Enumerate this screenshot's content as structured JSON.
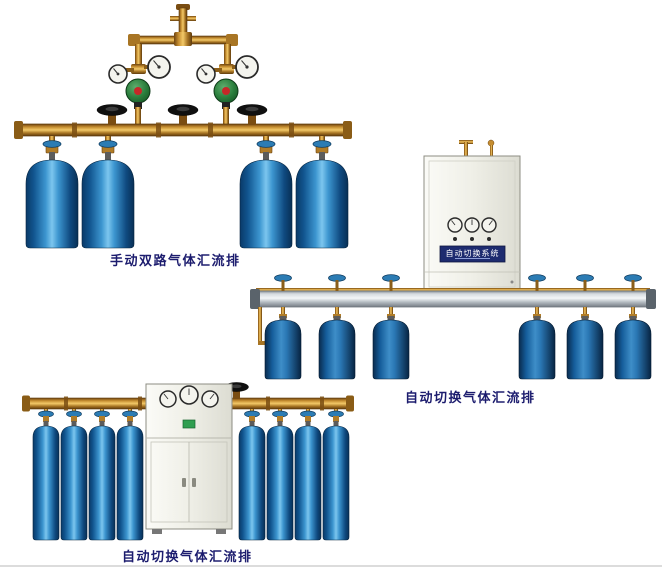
{
  "page": {
    "background": "#ffffff",
    "footer_line_color": "#dcdcdc"
  },
  "products": [
    {
      "name": "manual-dual-gas-manifold",
      "caption": "手动双路气体汇流排",
      "cylinder_count": 4
    },
    {
      "name": "automatic-switching-gas-manifold-rail",
      "caption": "自动切换气体汇流排",
      "cabinet_label": "自动切换系统",
      "cylinder_count": 6
    },
    {
      "name": "automatic-switching-gas-manifold-cabinet",
      "caption": "自动切换气体汇流排",
      "cylinder_count": 8
    }
  ],
  "colors": {
    "caption_text": "#1c1c6e",
    "cylinder_blue": "#1565a8",
    "cylinder_dark_blue": "#0a2f55",
    "brass_pipe": "#c58d30",
    "rail_silver": "#c9ced4",
    "cabinet_body": "#efefe7",
    "cabinet_label_bg": "#1d2b6f",
    "regulator_green": "#2a7e3c",
    "handwheel_blue": "#2c7cb4",
    "handwheel_black": "#101010"
  }
}
